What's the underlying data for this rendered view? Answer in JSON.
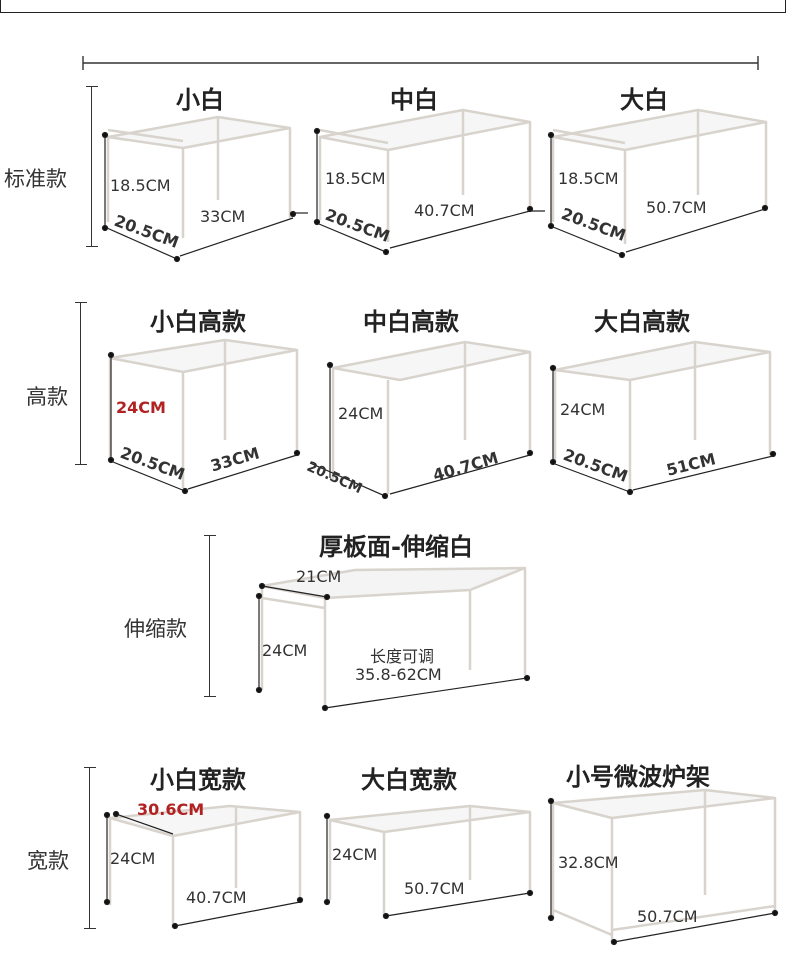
{
  "rows": [
    {
      "label": "标准款"
    },
    {
      "label": "高款"
    },
    {
      "label": "伸缩款"
    },
    {
      "label": "宽款"
    }
  ],
  "products": [
    {
      "title": "小白",
      "h": "18.5CM",
      "d": "20.5CM",
      "w": "33CM"
    },
    {
      "title": "中白",
      "h": "18.5CM",
      "d": "20.5CM",
      "w": "40.7CM"
    },
    {
      "title": "大白",
      "h": "18.5CM",
      "d": "20.5CM",
      "w": "50.7CM"
    },
    {
      "title": "小白高款",
      "h": "24CM",
      "d": "20.5CM",
      "w": "33CM"
    },
    {
      "title": "中白高款",
      "h": "24CM",
      "d": "20.5CM",
      "w": "40.7CM"
    },
    {
      "title": "大白高款",
      "h": "24CM",
      "d": "20.5CM",
      "w": "51CM"
    },
    {
      "title": "厚板面-伸缩白",
      "h": "24CM",
      "d": "21CM",
      "w1": "长度可调",
      "w2": "35.8-62CM"
    },
    {
      "title": "小白宽款",
      "h": "24CM",
      "d": "30.6CM",
      "w": "40.7CM"
    },
    {
      "title": "大白宽款",
      "h": "24CM",
      "w": "50.7CM"
    },
    {
      "title": "小号微波炉架",
      "h": "32.8CM",
      "w": "50.7CM"
    }
  ],
  "colors": {
    "highlight": "#b22222",
    "shelf_stroke": "#d8d3cc",
    "shelf_fill": "#fbfbfb"
  }
}
